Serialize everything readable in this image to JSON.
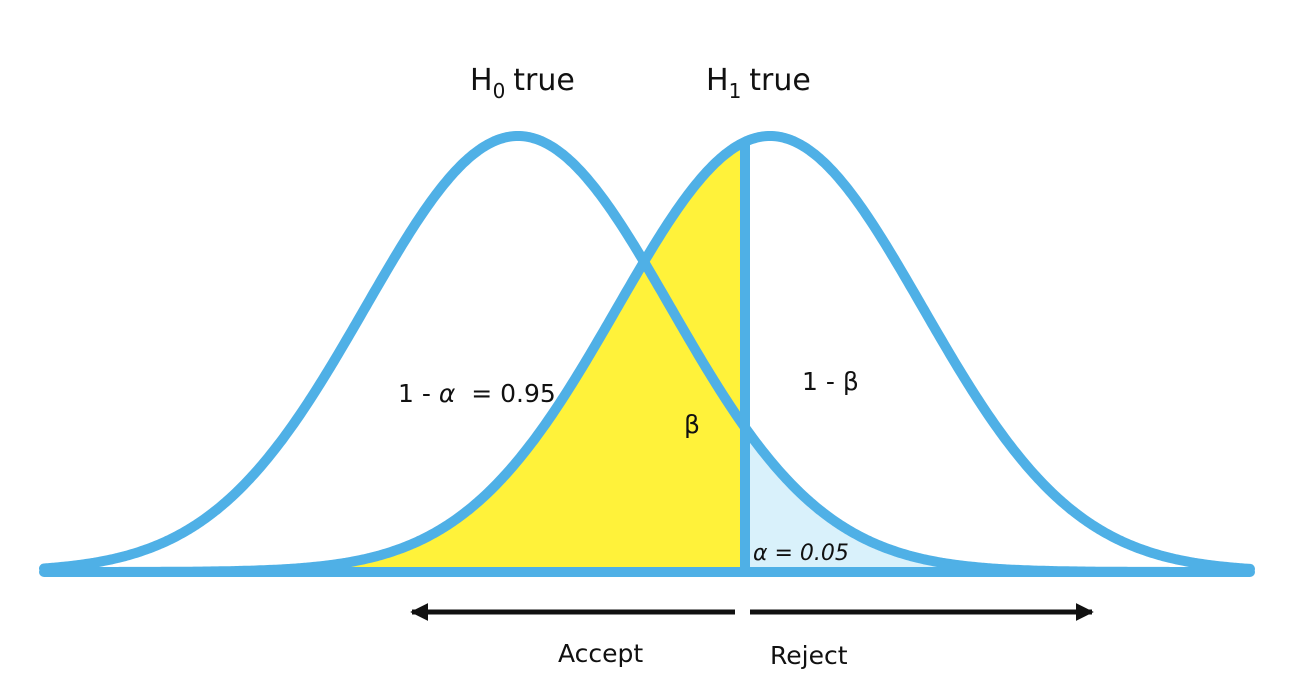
{
  "labels": {
    "h0": {
      "main": "H",
      "sub": "0",
      "rest": "true"
    },
    "h1": {
      "main": "H",
      "sub": "1",
      "rest": "true"
    },
    "one_minus_alpha": {
      "prefix": "1 - ",
      "symbol": "α",
      "suffix": "  = 0.95"
    },
    "one_minus_beta": "1 - β",
    "beta": "β",
    "alpha": "α = 0.05",
    "accept": "Accept",
    "reject": "Reject"
  },
  "colors": {
    "curve": "#4fb0e6",
    "beta_fill": "#fff23a",
    "alpha_fill": "#d9f1fb",
    "arrow": "#111111",
    "text": "#111111"
  }
}
